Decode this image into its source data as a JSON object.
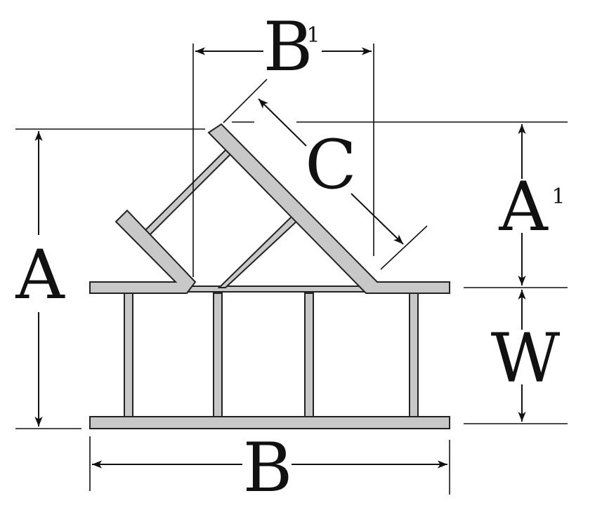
{
  "labels": {
    "a": "A",
    "a_prime": "A",
    "a_prime_sup": "1",
    "b": "B",
    "b_prime": "B",
    "b_prime_sup": "1",
    "c": "C",
    "w": "W"
  },
  "colors": {
    "rail_fill": "#c8c8c8",
    "outline": "#222222",
    "line": "#111111",
    "background": "#ffffff"
  }
}
